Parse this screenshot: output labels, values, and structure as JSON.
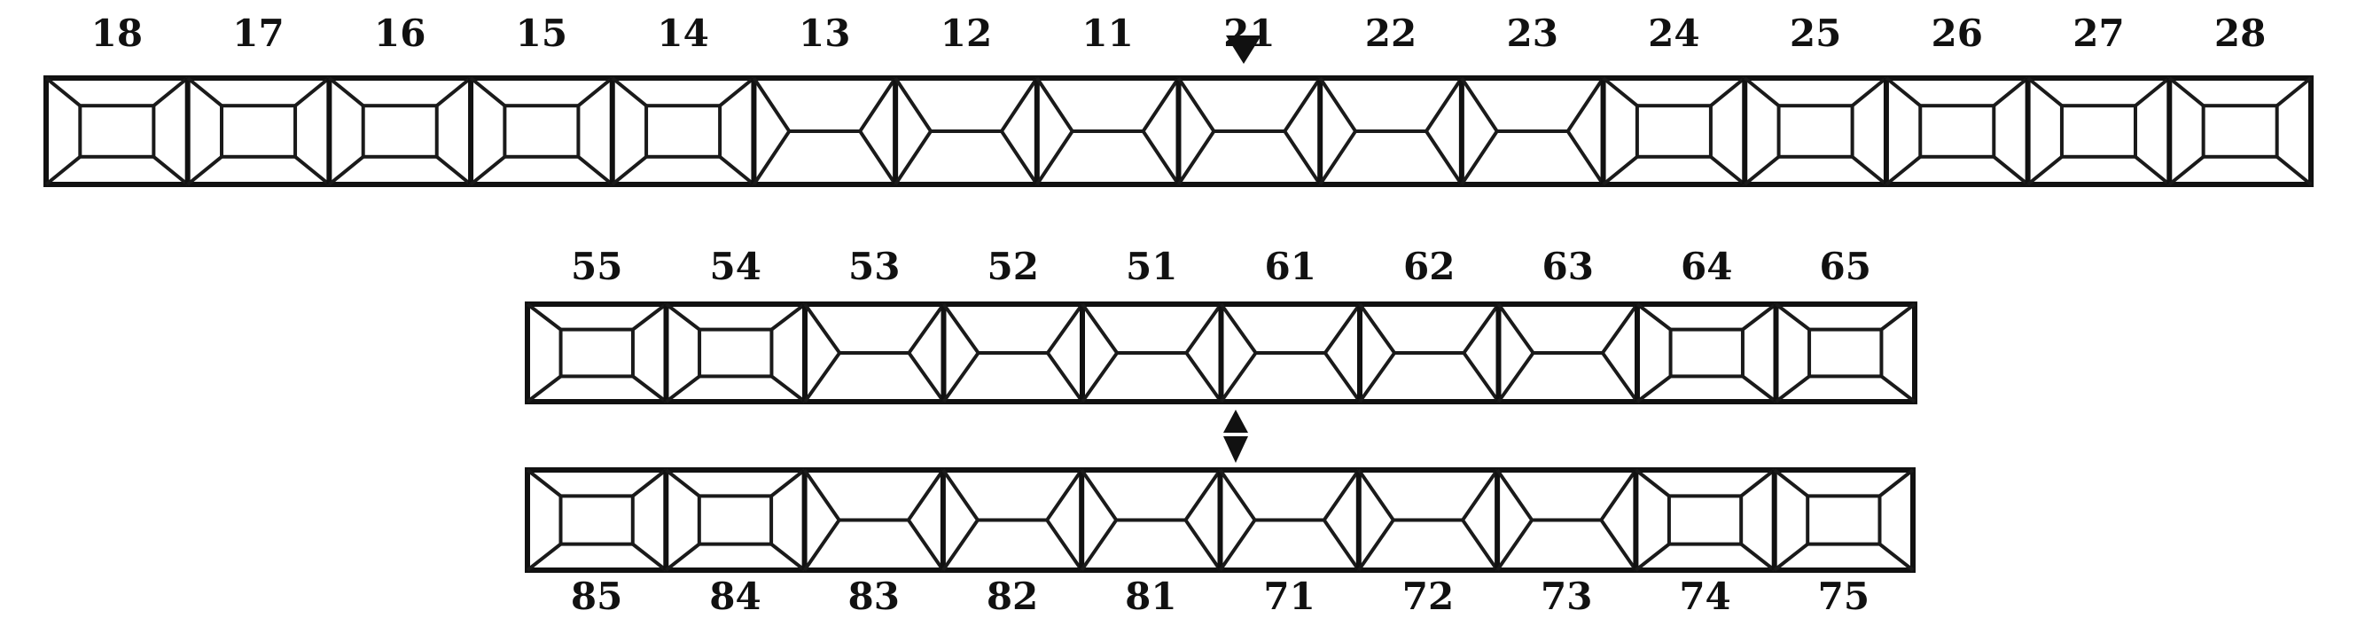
{
  "colors": {
    "ink": "#111111",
    "background": "#ffffff"
  },
  "rows": [
    {
      "id": "permanent-upper",
      "label_position": "above",
      "teeth": [
        {
          "num": "18",
          "type": "molar"
        },
        {
          "num": "17",
          "type": "molar"
        },
        {
          "num": "16",
          "type": "molar"
        },
        {
          "num": "15",
          "type": "molar"
        },
        {
          "num": "14",
          "type": "molar"
        },
        {
          "num": "13",
          "type": "anterior"
        },
        {
          "num": "12",
          "type": "anterior"
        },
        {
          "num": "11",
          "type": "anterior"
        },
        {
          "num": "21",
          "type": "anterior"
        },
        {
          "num": "22",
          "type": "anterior"
        },
        {
          "num": "23",
          "type": "anterior"
        },
        {
          "num": "24",
          "type": "molar"
        },
        {
          "num": "25",
          "type": "molar"
        },
        {
          "num": "26",
          "type": "molar"
        },
        {
          "num": "27",
          "type": "molar"
        },
        {
          "num": "28",
          "type": "molar"
        }
      ]
    },
    {
      "id": "primary-upper",
      "label_position": "above",
      "teeth": [
        {
          "num": "55",
          "type": "molar"
        },
        {
          "num": "54",
          "type": "molar"
        },
        {
          "num": "53",
          "type": "anterior"
        },
        {
          "num": "52",
          "type": "anterior"
        },
        {
          "num": "51",
          "type": "anterior"
        },
        {
          "num": "61",
          "type": "anterior"
        },
        {
          "num": "62",
          "type": "anterior"
        },
        {
          "num": "63",
          "type": "anterior"
        },
        {
          "num": "64",
          "type": "molar"
        },
        {
          "num": "65",
          "type": "molar"
        }
      ]
    },
    {
      "id": "primary-lower",
      "label_position": "below",
      "teeth": [
        {
          "num": "85",
          "type": "molar"
        },
        {
          "num": "84",
          "type": "molar"
        },
        {
          "num": "83",
          "type": "anterior"
        },
        {
          "num": "82",
          "type": "anterior"
        },
        {
          "num": "81",
          "type": "anterior"
        },
        {
          "num": "71",
          "type": "anterior"
        },
        {
          "num": "72",
          "type": "anterior"
        },
        {
          "num": "73",
          "type": "anterior"
        },
        {
          "num": "74",
          "type": "molar"
        },
        {
          "num": "75",
          "type": "molar"
        }
      ]
    }
  ],
  "midline_markers": [
    {
      "row": "permanent-upper",
      "icon": "triangle-down-marker"
    },
    {
      "row": "primary",
      "icon": "midline-arrow-marker"
    }
  ]
}
